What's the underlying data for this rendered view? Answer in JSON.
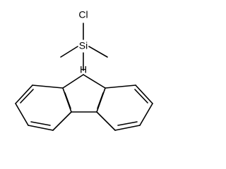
{
  "molecule": {
    "atoms": {
      "chlorine": "Cl",
      "silicon": "Si",
      "hydrogen": "H"
    }
  },
  "colors": {
    "bond": "#000000",
    "background": "#ffffff"
  }
}
